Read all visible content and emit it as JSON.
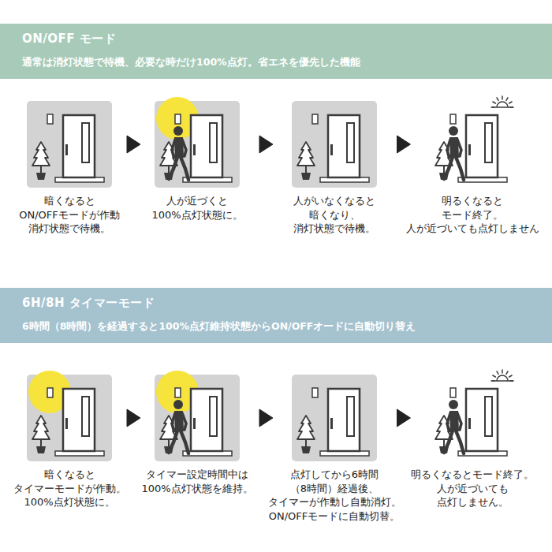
{
  "diagram": {
    "nodes": [
      {
        "text": [
          "ON/OFF モード",
          "通常は消灯状態で待機、必要な時だけ100%点灯。省エネを優先した機能"
        ]
      },
      {
        "text": [
          "暗くなると ON/OFFモードが作動 消灯状態で待機。"
        ]
      },
      {
        "text": [
          "人が近づくと 100%点灯状態に。"
        ]
      },
      {
        "text": [
          "人がいなくなると 暗くなり、 消灯状態で待機。"
        ]
      },
      {
        "text": [
          "明るくなると モード終了。 人が近づいても点灯しません"
        ]
      },
      {
        "text": [
          "6H/8H タイマーモード",
          "6時間（8時間）を経過すると100%点灯維持状態からON/OFFオードに自動切り替え"
        ]
      },
      {
        "text": [
          "暗くなると タイマーモードが作動。 100%点灯状態に。"
        ]
      },
      {
        "text": [
          "タイマー設定時間中は 100%点灯状態を維持。"
        ]
      },
      {
        "text": [
          "点灯してから6時間 （8時間）経過後、 タイマーが作動し自動消灯。 ON/OFFモードに自動切替。"
        ]
      },
      {
        "text": [
          "明るくなるとモード終了。 人が近づいても 点灯しません。"
        ]
      }
    ],
    "edges": [
      {
        "from": 1,
        "to": 2,
        "arrow": "to"
      },
      {
        "from": 2,
        "to": 3,
        "arrow": "to"
      },
      {
        "from": 3,
        "to": 4,
        "arrow": "to"
      },
      {
        "from": 6,
        "to": 7,
        "arrow": "to"
      },
      {
        "from": 7,
        "to": 8,
        "arrow": "to"
      },
      {
        "from": 8,
        "to": 9,
        "arrow": "to"
      }
    ]
  }
}
